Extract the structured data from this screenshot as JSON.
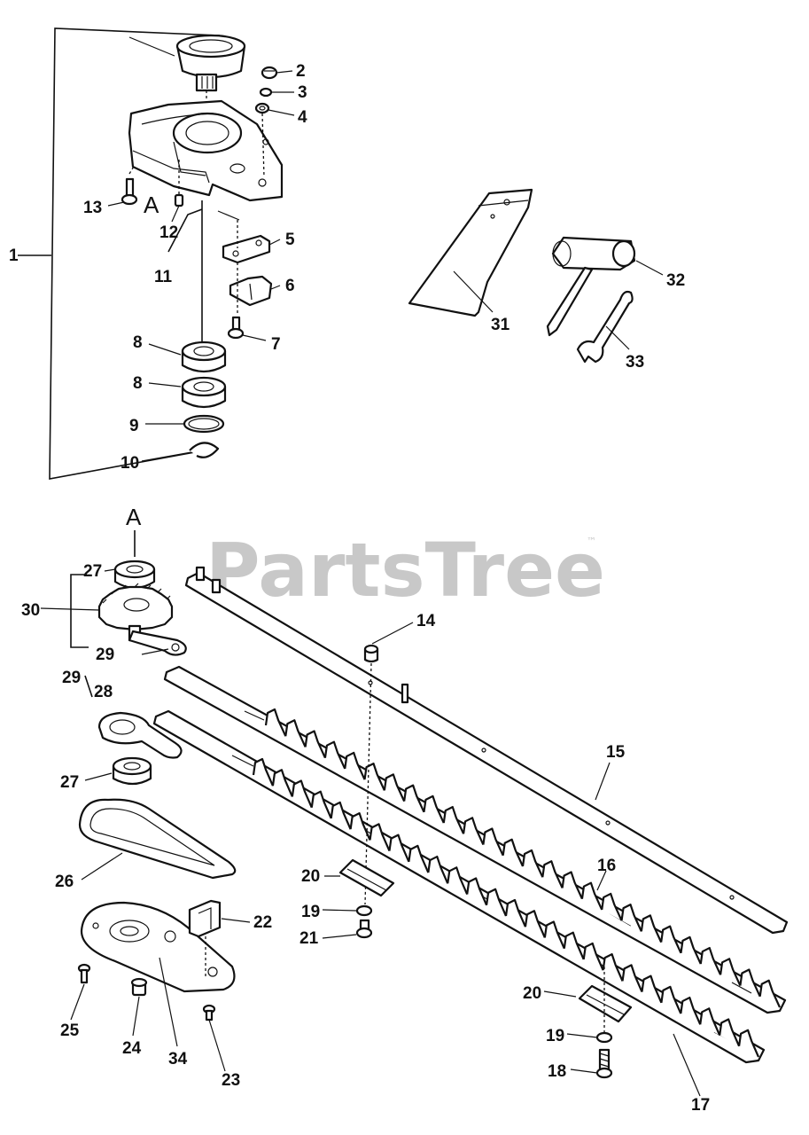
{
  "watermark": {
    "text": "PartsTree",
    "trademark": "™"
  },
  "reference_letters": [
    "A",
    "A"
  ],
  "callouts": {
    "c1": "1",
    "c2": "2",
    "c3": "3",
    "c4": "4",
    "c5": "5",
    "c6": "6",
    "c7": "7",
    "c8a": "8",
    "c8b": "8",
    "c9": "9",
    "c10": "10",
    "c11": "11",
    "c12": "12",
    "c13": "13",
    "c14": "14",
    "c15": "15",
    "c16": "16",
    "c17": "17",
    "c18": "18",
    "c19a": "19",
    "c19b": "19",
    "c20a": "20",
    "c20b": "20",
    "c21": "21",
    "c22": "22",
    "c23": "23",
    "c24": "24",
    "c25": "25",
    "c26": "26",
    "c27a": "27",
    "c27b": "27",
    "c28": "28",
    "c29a": "29",
    "c29b": "29",
    "c30": "30",
    "c31": "31",
    "c32": "32",
    "c33": "33",
    "c34": "34"
  }
}
